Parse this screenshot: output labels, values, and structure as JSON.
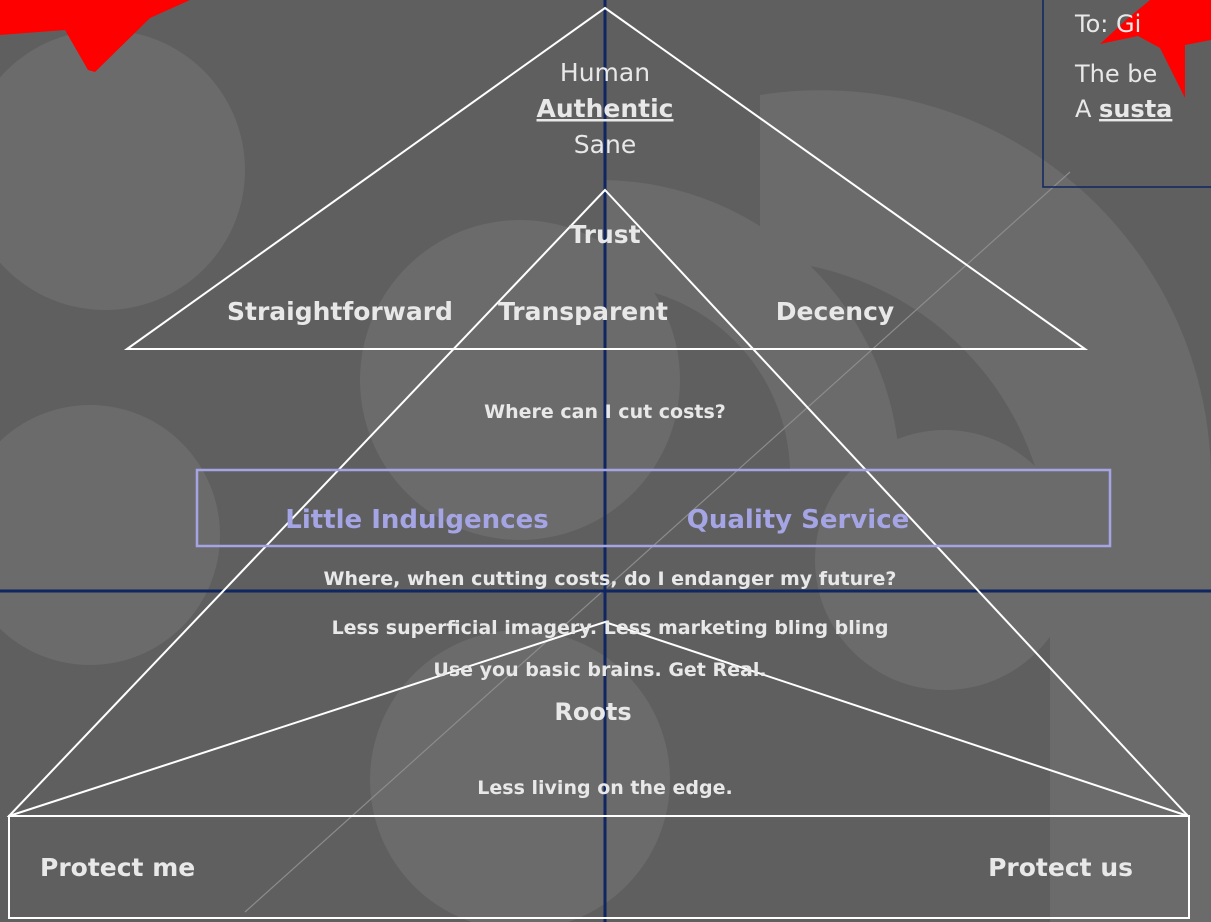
{
  "colors": {
    "background": "#5f5f5f",
    "decor": "#6f6f6f",
    "line": "#ffffff",
    "text": "#e8e8e8",
    "accent": "#a5a5e6",
    "navy": "#0f2660",
    "red": "#ff0000"
  },
  "top_triangle": {
    "human": "Human",
    "authentic": "Authentic",
    "sane": "Sane",
    "straightforward": "Straightforward",
    "transparent": "Transparent",
    "decency": "Decency"
  },
  "middle": {
    "trust": "Trust",
    "cut_costs": "Where can I cut costs?",
    "little_indulgences": "Little Indulgences",
    "quality_service": "Quality Service",
    "endanger": "Where, when cutting costs, do I endanger my future?",
    "less_imagery": "Less superficial imagery. Less marketing bling bling",
    "basic_brains": "Use you basic brains. Get Real.",
    "roots": "Roots",
    "less_edge": "Less living on the edge."
  },
  "bottom_box": {
    "protect_me": "Protect me",
    "protect_us": "Protect us"
  },
  "callout": {
    "line1": "To: Gi",
    "line2": "The be",
    "line3_prefix": "A ",
    "line3_bold": "susta"
  }
}
